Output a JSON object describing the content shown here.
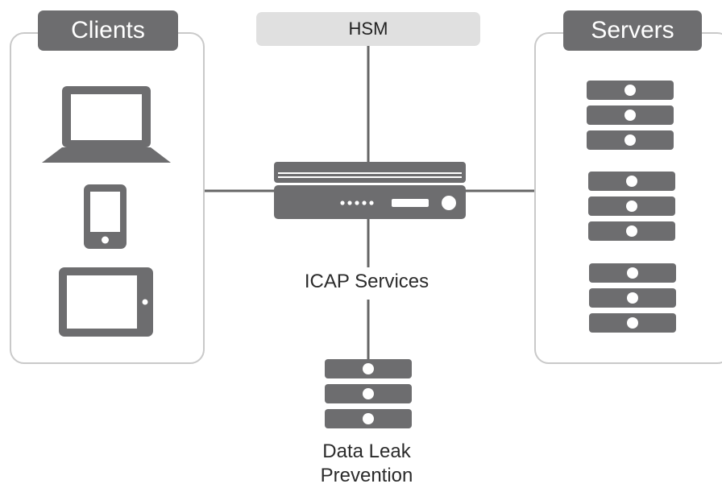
{
  "groups": {
    "clients": {
      "title": "Clients"
    },
    "servers": {
      "title": "Servers"
    }
  },
  "hsm": {
    "label": "HSM"
  },
  "icap": {
    "label": "ICAP Services"
  },
  "dlp": {
    "line1": "Data Leak",
    "line2": "Prevention"
  },
  "colors": {
    "device": "#6d6d6f",
    "device_dark": "#58585a",
    "connector": "#666666",
    "border": "#c9c9c9",
    "hsm_fill": "#e0e0e0"
  },
  "icons": [
    "laptop-icon",
    "smartphone-icon",
    "tablet-icon",
    "appliance-icon",
    "server-stack-icon"
  ]
}
